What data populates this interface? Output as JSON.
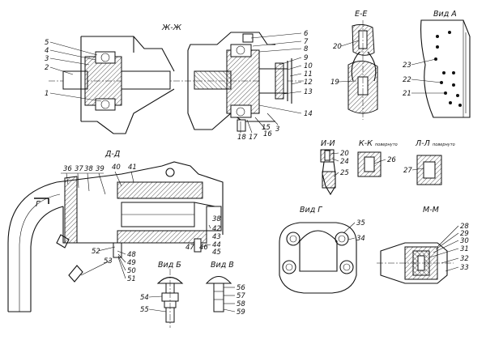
{
  "views": {
    "zh": {
      "title": "Ж-Ж"
    },
    "ee": {
      "title": "Е-Е"
    },
    "vida": {
      "title": "Вид А"
    },
    "dd": {
      "title": "Д-Д"
    },
    "ii": {
      "title": "И-И"
    },
    "kk": {
      "title": "К-К",
      "suffix": "повернуто"
    },
    "ll": {
      "title": "Л-Л",
      "suffix": "повернуто"
    },
    "vidg": {
      "title": "Вид Г"
    },
    "mm": {
      "title": "М-М"
    },
    "vidb": {
      "title": "Вид Б"
    },
    "vidv": {
      "title": "Вид В"
    }
  },
  "letters": {
    "g": "Г"
  },
  "callouts": {
    "zh": [
      "5",
      "4",
      "3",
      "2",
      "1",
      "6",
      "7",
      "8",
      "9",
      "10",
      "11",
      "12",
      "13",
      "14",
      "15",
      "16",
      "17",
      "18",
      "3"
    ],
    "ee": [
      "20",
      "19"
    ],
    "vida": [
      "23",
      "22",
      "21"
    ],
    "dd": [
      "36",
      "37",
      "38",
      "39",
      "40",
      "41",
      "52",
      "53",
      "48",
      "49",
      "50",
      "51",
      "47",
      "46",
      "44",
      "45",
      "42",
      "43",
      "38"
    ],
    "ii": [
      "20",
      "24",
      "25"
    ],
    "kk": [
      "26"
    ],
    "ll": [
      "27"
    ],
    "vidg": [
      "35",
      "34"
    ],
    "mm": [
      "28",
      "29",
      "30",
      "31",
      "32",
      "33"
    ],
    "vidb": [
      "54",
      "55"
    ],
    "vidv": [
      "56",
      "57",
      "58",
      "59"
    ]
  }
}
